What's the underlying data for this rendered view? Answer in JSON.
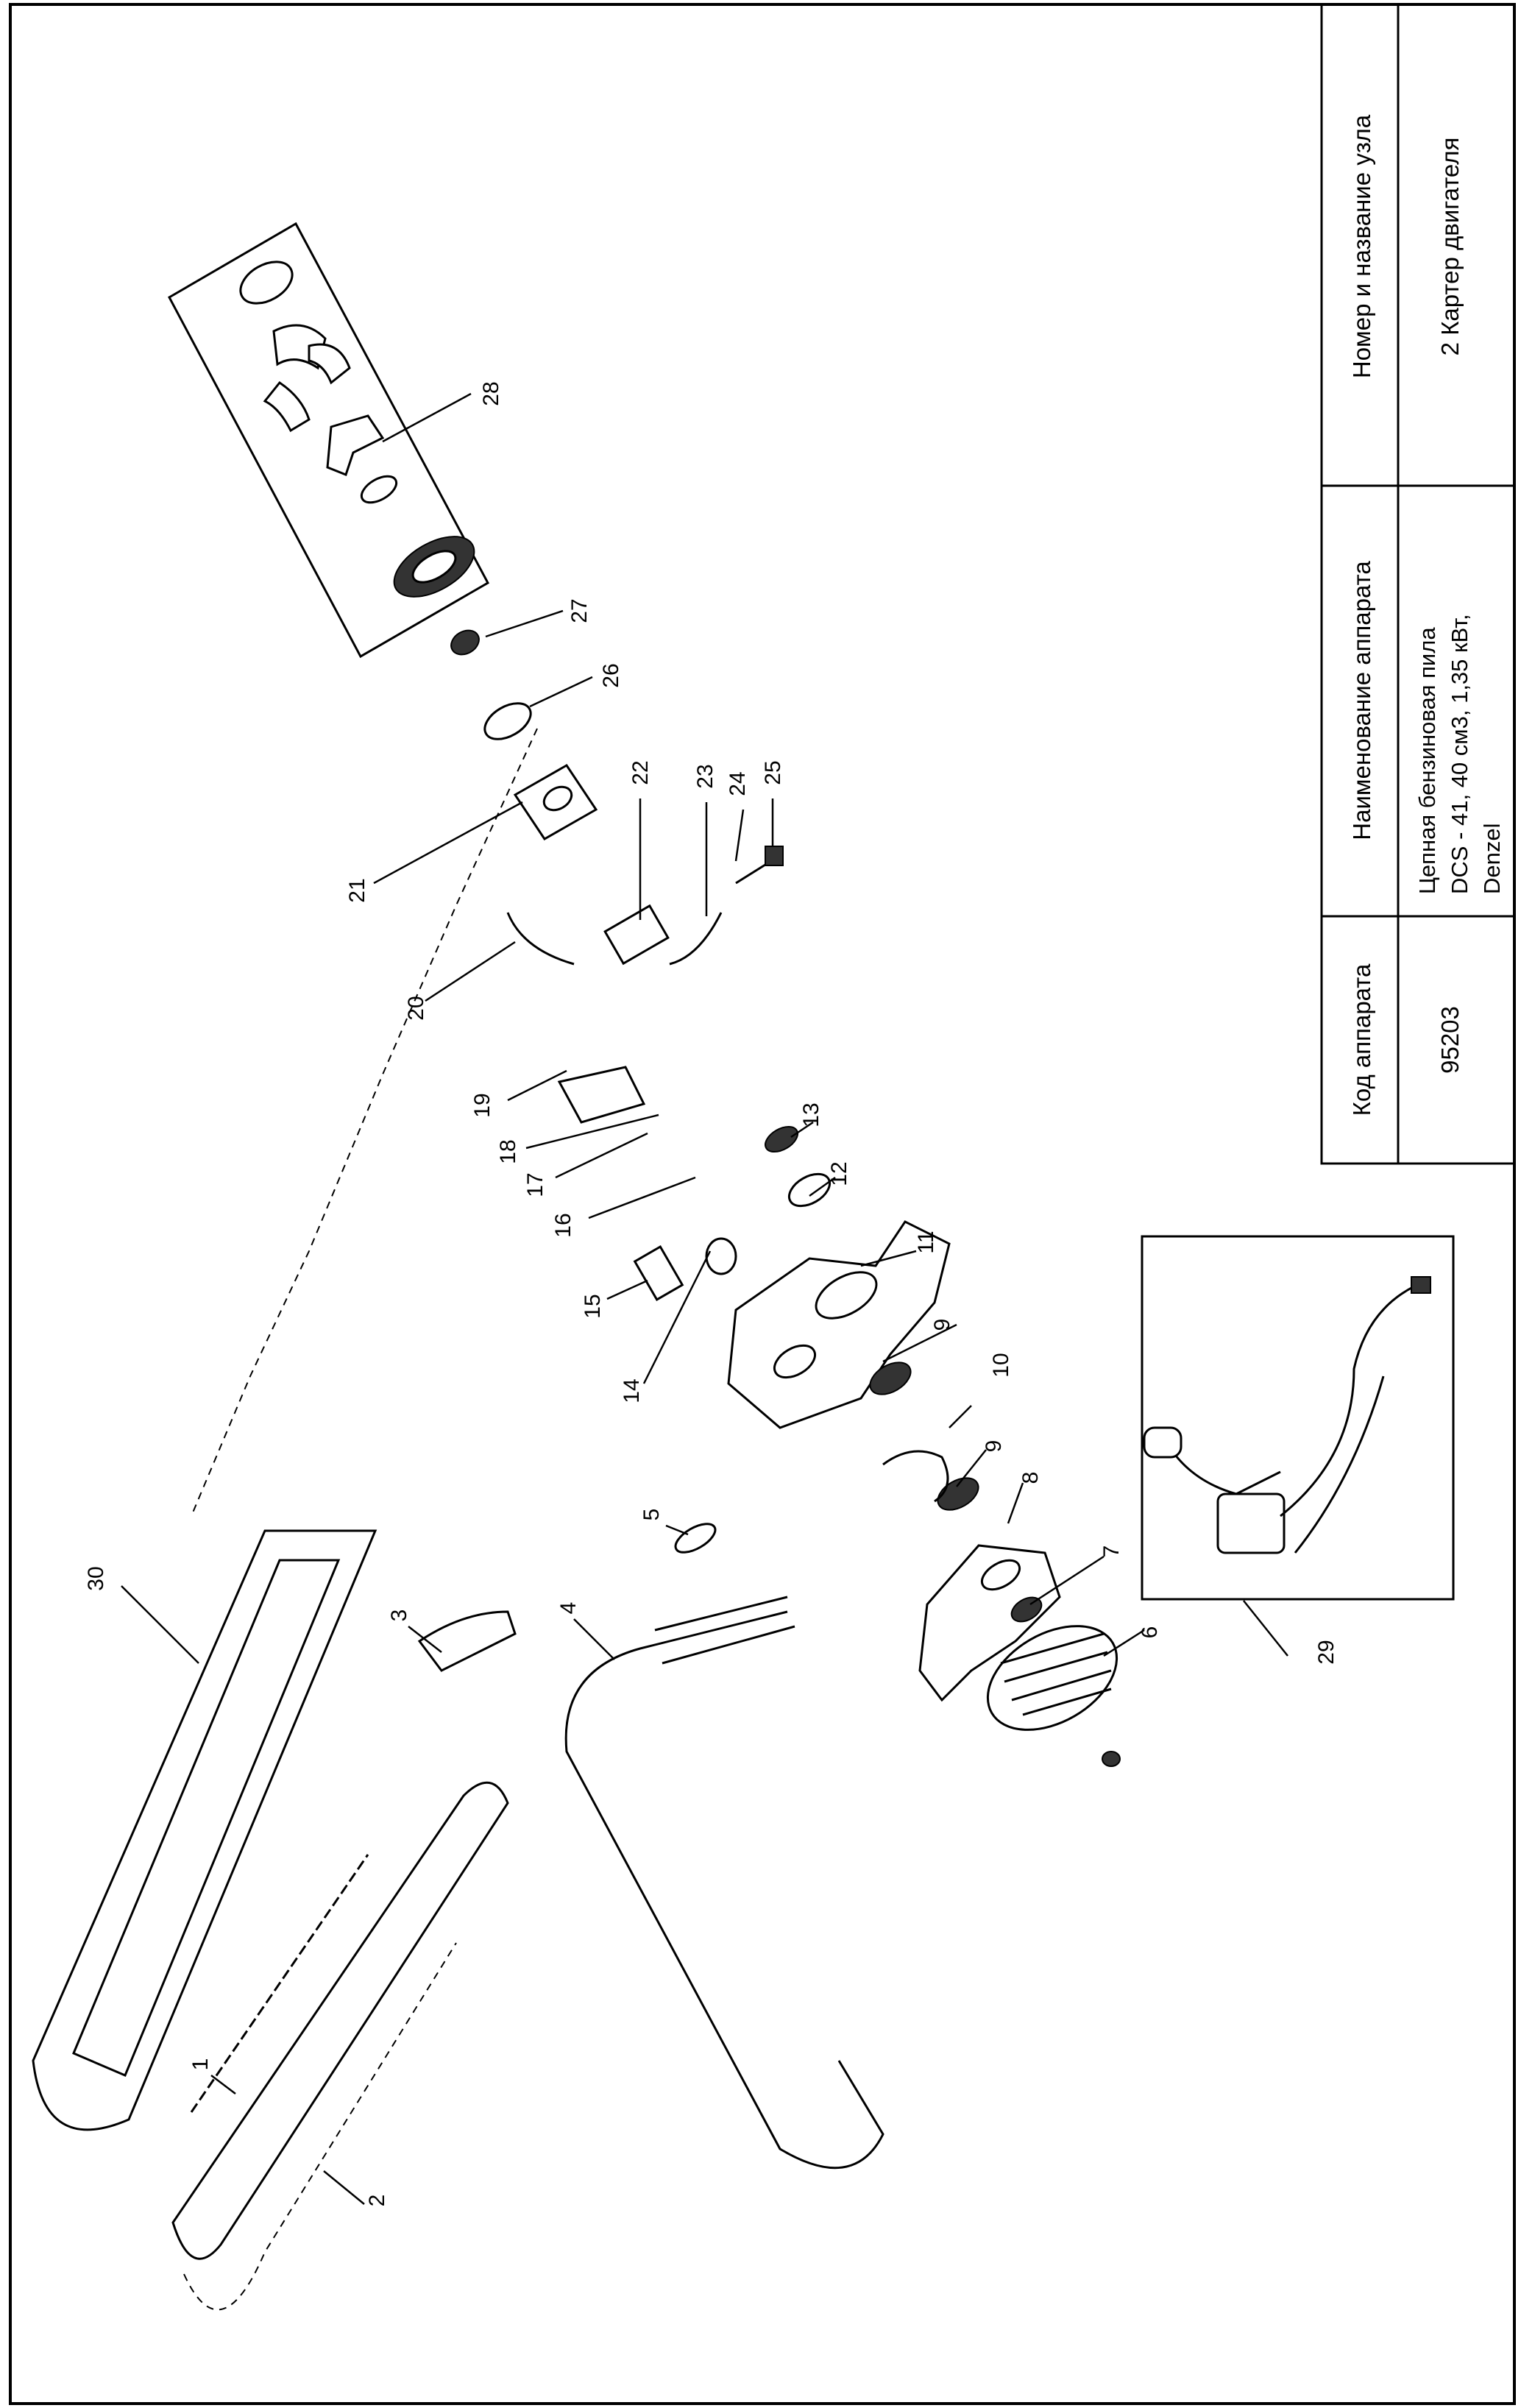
{
  "title_block": {
    "col_code": {
      "header": "Код аппарата",
      "value": "95203"
    },
    "col_name": {
      "header": "Наименование аппарата",
      "value_lines": [
        "Цепная бензиновая пила",
        "DCS - 41, 40 см3, 1,35 кВт,",
        "Denzel"
      ]
    },
    "col_unit": {
      "header": "Номер и название узла",
      "value": "2 Картер двигателя"
    }
  },
  "callouts": [
    "1",
    "2",
    "3",
    "4",
    "5",
    "6",
    "7",
    "8",
    "9",
    "9",
    "10",
    "11",
    "12",
    "13",
    "14",
    "15",
    "16",
    "17",
    "18",
    "19",
    "20",
    "21",
    "22",
    "23",
    "24",
    "25",
    "26",
    "27",
    "28",
    "29",
    "30"
  ]
}
